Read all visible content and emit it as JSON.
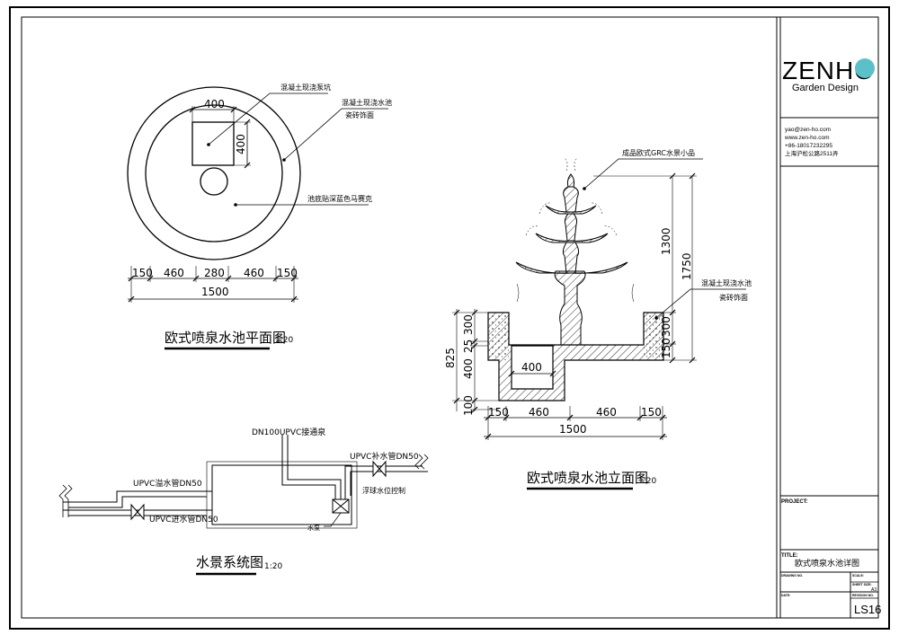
{
  "title_block": {
    "logo_text": "ZENHO",
    "logo_sub": "Garden Design",
    "contact": [
      "yao@zen-ho.com",
      "www.zen-ho.com",
      "+86-18017232295",
      "上海沪松公路2511弄"
    ],
    "project_label": "PROJECT:",
    "title_label": "TITLE:",
    "drawing_title": "欧式喷泉水池详图",
    "drawing_no_label": "DRAWING NO.",
    "scale_label": "SCALE:",
    "sheet_size_label": "SHEET SIZE:",
    "sheet_size": "A3",
    "date_label": "DATE:",
    "revision_label": "REVISION NO.",
    "sheet_no": "LS16"
  },
  "plan": {
    "title": "欧式喷泉水池平面图",
    "scale": "1:20",
    "label_pump_pit": "混凝土现浇泵坑",
    "label_pool_wall_1": "混凝土现浇水池",
    "label_pool_wall_2": "瓷砖饰面",
    "label_pool_bottom": "池底贴深蓝色马赛克",
    "dim_top": "400",
    "dim_side": "400",
    "dims_row": [
      "150",
      "460",
      "280",
      "460",
      "150"
    ],
    "dim_total": "1500"
  },
  "elevation": {
    "title": "欧式喷泉水池立面图",
    "scale": "1:20",
    "label_fountain": "成品欧式GRC水景小品",
    "label_wall_1": "混凝土现浇水池",
    "label_wall_2": "瓷砖饰面",
    "dim_1300": "1300",
    "dim_1750": "1750",
    "dim_300_r": "300",
    "dim_150_r": "150",
    "dim_825": "825",
    "dim_300_l": "300",
    "dim_25": "25",
    "dim_400_l": "400",
    "dim_100": "100",
    "dim_400_pit": "400",
    "dims_row": [
      "150",
      "460",
      "460",
      "150"
    ],
    "dim_total": "1500"
  },
  "water_system": {
    "title": "水景系统图",
    "scale": "1:20",
    "label_dn100": "DN100UPVC接通泉",
    "label_overflow": "UPVC溢水管DN50",
    "label_inlet": "UPVC进水管DN50",
    "label_makeup": "UPVC补水管DN50",
    "label_float": "浮球水位控制",
    "label_pump": "水泵"
  }
}
